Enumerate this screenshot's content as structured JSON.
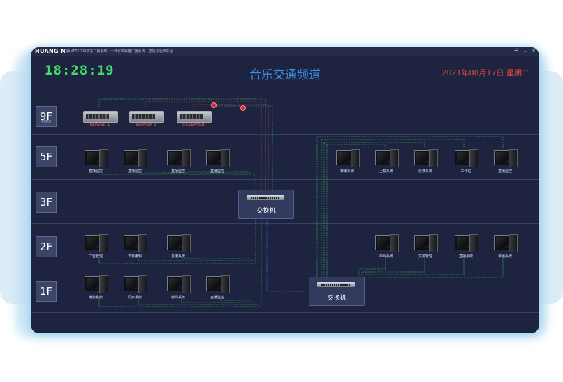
{
  "app": {
    "logo": "HUANG N",
    "title": "DJANET1000数字广播系统 · 一体化IP网络广播系统 · 智能化运维平台",
    "controls": [
      "☰",
      "–",
      "×"
    ]
  },
  "header": {
    "clock": "18:28:19",
    "title": "音乐交通频道",
    "date": "2021年08月17日 星期二"
  },
  "floors": [
    {
      "label": "9F",
      "sub": "中控机房"
    },
    {
      "label": "5F",
      "sub": ""
    },
    {
      "label": "3F",
      "sub": ""
    },
    {
      "label": "2F",
      "sub": ""
    },
    {
      "label": "1F",
      "sub": ""
    }
  ],
  "servers": [
    {
      "label": "SERVER 1"
    },
    {
      "label": "SERVER 2"
    },
    {
      "label": "CCSERVER"
    }
  ],
  "switches": [
    {
      "label": "交换机"
    },
    {
      "label": "交换机"
    }
  ],
  "devices_5f_left": [
    "直播监控",
    "直播监控",
    "直播监控",
    "直播监控"
  ],
  "devices_5f_right": [
    "非编系统",
    "上载系统",
    "迁移系统",
    "工作站",
    "直播监控"
  ],
  "devices_2f_left": [
    "广告管理",
    "节目编辑",
    "总编系统"
  ],
  "devices_2f_right": [
    "串片系统",
    "文稿管理",
    "直播系统",
    "录播系统"
  ],
  "devices_1f_left": [
    "播放系统",
    "同步系统",
    "转码系统",
    "直播监控"
  ],
  "colors": {
    "panel": "#1e2340",
    "clock": "#3fdc6a",
    "title": "#3f8ee0",
    "date": "#e2453f",
    "alarm": "#e0262a"
  }
}
